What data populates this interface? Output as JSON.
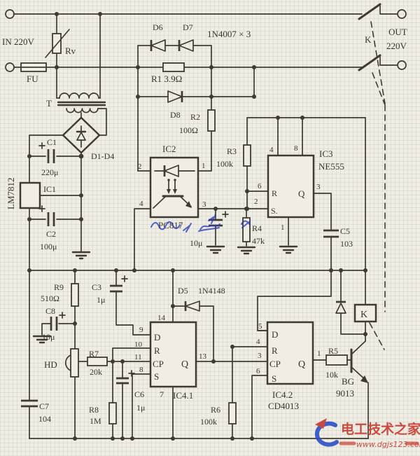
{
  "labels": {
    "in220": "IN 220V",
    "rv": "Rv",
    "fu": "FU",
    "t": "T",
    "d6": "D6",
    "d7": "D7",
    "n4007": "1N4007 × 3",
    "r1": "R1  3.9Ω",
    "d8": "D8",
    "r2": "R2",
    "r2v": "100Ω",
    "c1": "C1",
    "c1v": "220μ",
    "bridge": "D1-D4",
    "ic1": "IC1",
    "lm7812": "LM7812",
    "c2": "C2",
    "c2v": "100μ",
    "ic2": "IC2",
    "pc817": "PC817",
    "ic2p1": "1",
    "ic2p2": "2",
    "ic2p3": "3",
    "ic2p4": "4",
    "r3": "R3",
    "r3v": "100k",
    "ic3": "IC3",
    "ne555": "NE555",
    "p4": "4",
    "p8": "8",
    "p6": "6",
    "p2": "2",
    "p3": "3",
    "p1": "1",
    "rr": "R",
    "ss": "S.",
    "qq": "Q",
    "cap10": "10μ",
    "r4": "R4",
    "r4v": "47k",
    "c5": "C5",
    "c5v": "103",
    "ksw": "K",
    "out": "OUT",
    "outv": "220V",
    "r9": "R9",
    "r9v": "510Ω",
    "c8": "C8",
    "c8v": "10μ",
    "hd": "HD",
    "r7": "R7",
    "r7v": "20k",
    "c7": "C7",
    "c7v": "104",
    "r8": "R8",
    "r8v": "1M",
    "c3": "C3",
    "c3v": "1μ",
    "c6": "C6",
    "c6v": "1μ",
    "d5": "D5",
    "d5p": "1N4148",
    "p14": "14",
    "p9": "9",
    "p10": "10",
    "p11": "11",
    "p8b": "8",
    "p13": "13",
    "p7": "7",
    "dd": "D",
    "cp": "CP",
    "s2": "S",
    "ic41": "IC4.1",
    "ic42": "IC4.2",
    "cd4013": "CD4013",
    "p5": "5",
    "p4b": "4",
    "p3b": "3",
    "p6b": "6",
    "p1b": "1",
    "r6": "R6",
    "r6v": "100k",
    "r5": "R5",
    "r5v": "10k",
    "bg": "BG",
    "bg9013": "9013",
    "krelay": "K"
  },
  "watermark": {
    "site": "电工技术之家",
    "url": "www.dgjs123.com"
  },
  "colors": {
    "ink": "#3f3b32",
    "paper": "#efede4",
    "watermark_red": "#c8392e",
    "watermark_blue": "#2b4fc8"
  }
}
